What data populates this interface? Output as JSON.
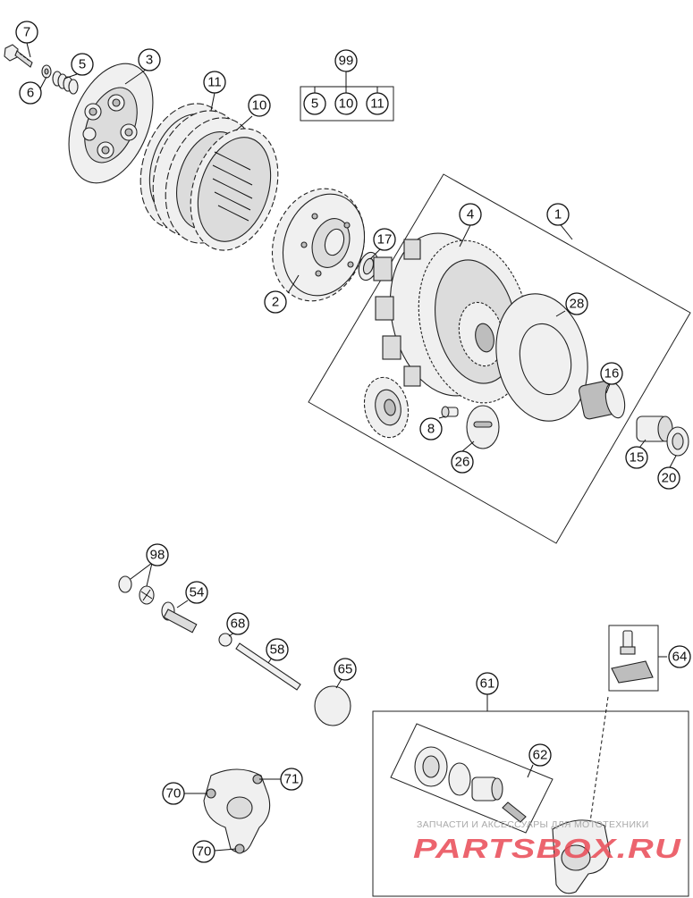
{
  "callouts": {
    "c7": "7",
    "c5a": "5",
    "c6": "6",
    "c3": "3",
    "c11a": "11",
    "c10a": "10",
    "c99": "99",
    "c5b": "5",
    "c10b": "10",
    "c11b": "11",
    "c1": "1",
    "c4": "4",
    "c17": "17",
    "c2": "2",
    "c28": "28",
    "c16": "16",
    "c8": "8",
    "c26": "26",
    "c15": "15",
    "c20": "20",
    "c98": "98",
    "c54": "54",
    "c68": "68",
    "c58": "58",
    "c65": "65",
    "c61": "61",
    "c64": "64",
    "c62": "62",
    "c71": "71",
    "c70a": "70",
    "c70b": "70"
  },
  "watermark": {
    "tagline": "ЗАПЧАСТИ И АКСЕССУАРЫ ДЛЯ МОТОТЕХНИКИ",
    "brand": "PARTSBOX.RU",
    "brand_color": "#e94a55"
  }
}
